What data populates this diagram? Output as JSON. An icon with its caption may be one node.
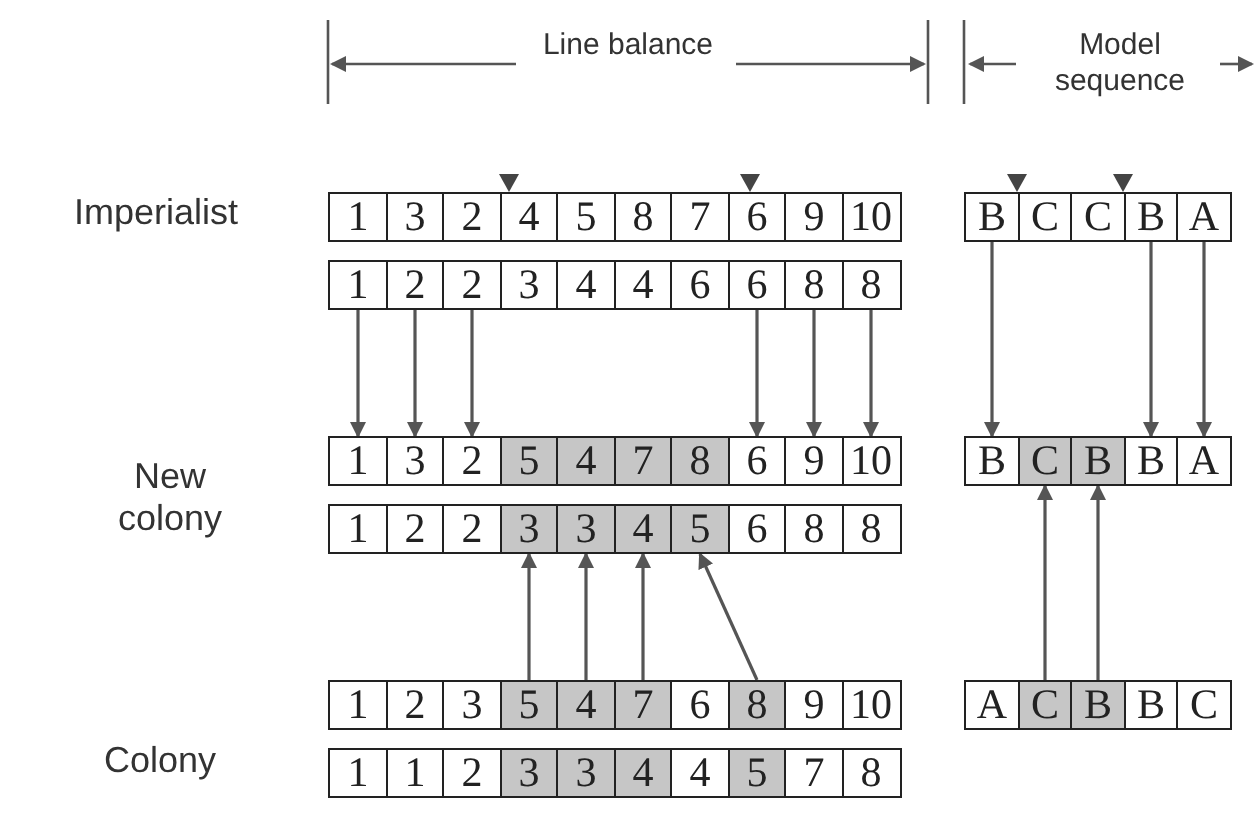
{
  "diagram": {
    "nodes": [
      {
        "text": [
          "1"
        ]
      },
      {
        "text": [
          "3"
        ]
      },
      {
        "text": [
          "2"
        ]
      },
      {
        "text": [
          "4"
        ]
      },
      {
        "text": [
          "5"
        ]
      },
      {
        "text": [
          "8"
        ]
      },
      {
        "text": [
          "7"
        ]
      },
      {
        "text": [
          "6"
        ]
      },
      {
        "text": [
          "9"
        ]
      },
      {
        "text": [
          "10"
        ]
      },
      {
        "text": [
          "B"
        ]
      },
      {
        "text": [
          "C"
        ]
      },
      {
        "text": [
          "C"
        ]
      },
      {
        "text": [
          "B"
        ]
      },
      {
        "text": [
          "A"
        ]
      },
      {
        "text": [
          "1"
        ]
      },
      {
        "text": [
          "2"
        ]
      },
      {
        "text": [
          "2"
        ]
      },
      {
        "text": [
          "3"
        ]
      },
      {
        "text": [
          "4"
        ]
      },
      {
        "text": [
          "4"
        ]
      },
      {
        "text": [
          "6"
        ]
      },
      {
        "text": [
          "6"
        ]
      },
      {
        "text": [
          "8"
        ]
      },
      {
        "text": [
          "8"
        ]
      },
      {
        "text": [
          "1"
        ]
      },
      {
        "text": [
          "3"
        ]
      },
      {
        "text": [
          "2"
        ]
      },
      {
        "text": [
          "5"
        ]
      },
      {
        "text": [
          "4"
        ]
      },
      {
        "text": [
          "7"
        ]
      },
      {
        "text": [
          "8"
        ]
      },
      {
        "text": [
          "6"
        ]
      },
      {
        "text": [
          "9"
        ]
      },
      {
        "text": [
          "10"
        ]
      },
      {
        "text": [
          "B"
        ]
      },
      {
        "text": [
          "C"
        ]
      },
      {
        "text": [
          "B"
        ]
      },
      {
        "text": [
          "B"
        ]
      },
      {
        "text": [
          "A"
        ]
      },
      {
        "text": [
          "1"
        ]
      },
      {
        "text": [
          "2"
        ]
      },
      {
        "text": [
          "2"
        ]
      },
      {
        "text": [
          "3"
        ]
      },
      {
        "text": [
          "3"
        ]
      },
      {
        "text": [
          "4"
        ]
      },
      {
        "text": [
          "5"
        ]
      },
      {
        "text": [
          "6"
        ]
      },
      {
        "text": [
          "8"
        ]
      },
      {
        "text": [
          "8"
        ]
      },
      {
        "text": [
          "1"
        ]
      },
      {
        "text": [
          "2"
        ]
      },
      {
        "text": [
          "3"
        ]
      },
      {
        "text": [
          "5"
        ]
      },
      {
        "text": [
          "4"
        ]
      },
      {
        "text": [
          "7"
        ]
      },
      {
        "text": [
          "6"
        ]
      },
      {
        "text": [
          "8"
        ]
      },
      {
        "text": [
          "9"
        ]
      },
      {
        "text": [
          "10"
        ]
      },
      {
        "text": [
          "A"
        ]
      },
      {
        "text": [
          "C"
        ]
      },
      {
        "text": [
          "B"
        ]
      },
      {
        "text": [
          "B"
        ]
      },
      {
        "text": [
          "C"
        ]
      },
      {
        "text": [
          "1"
        ]
      },
      {
        "text": [
          "1"
        ]
      },
      {
        "text": [
          "2"
        ]
      },
      {
        "text": [
          "3"
        ]
      },
      {
        "text": [
          "3"
        ]
      },
      {
        "text": [
          "4"
        ]
      },
      {
        "text": [
          "4"
        ]
      },
      {
        "text": [
          "5"
        ]
      },
      {
        "text": [
          "7"
        ]
      },
      {
        "text": [
          "8"
        ]
      }
    ],
    "edges": [
      {
        "from": 15,
        "to": 25,
        "arrow": "to"
      },
      {
        "from": 16,
        "to": 26,
        "arrow": "to"
      },
      {
        "from": 17,
        "to": 27,
        "arrow": "to"
      },
      {
        "from": 22,
        "to": 32,
        "arrow": "to"
      },
      {
        "from": 23,
        "to": 33,
        "arrow": "to"
      },
      {
        "from": 24,
        "to": 34,
        "arrow": "to"
      },
      {
        "from": 10,
        "to": 35,
        "arrow": "to"
      },
      {
        "from": 13,
        "to": 38,
        "arrow": "to"
      },
      {
        "from": 14,
        "to": 39,
        "arrow": "to"
      },
      {
        "from": 53,
        "to": 43,
        "arrow": "to"
      },
      {
        "from": 54,
        "to": 44,
        "arrow": "to"
      },
      {
        "from": 55,
        "to": 45,
        "arrow": "to"
      },
      {
        "from": 57,
        "to": 46,
        "arrow": "to"
      },
      {
        "from": 61,
        "to": 36,
        "arrow": "to"
      },
      {
        "from": 62,
        "to": 37,
        "arrow": "to"
      }
    ],
    "labels": [
      "Line balance",
      "Model sequence",
      "Imperialist",
      "New colony",
      "Colony"
    ]
  }
}
